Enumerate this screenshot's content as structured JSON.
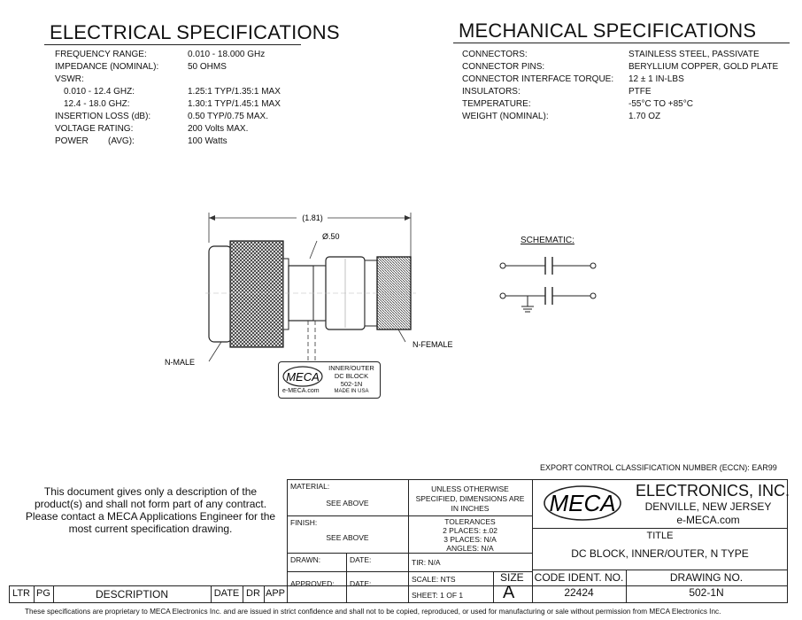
{
  "electrical": {
    "title": "ELECTRICAL SPECIFICATIONS",
    "rows": [
      {
        "label": "FREQUENCY RANGE:",
        "value": "0.010 - 18.000 GHz"
      },
      {
        "label": "IMPEDANCE (NOMINAL):",
        "value": "50 OHMS"
      },
      {
        "label": "VSWR:",
        "value": ""
      },
      {
        "label": "0.010 - 12.4 GHZ:",
        "value": "1.25:1 TYP/1.35:1 MAX"
      },
      {
        "label": "12.4 - 18.0 GHZ:",
        "value": "1.30:1 TYP/1.45:1 MAX"
      },
      {
        "label": "INSERTION LOSS (dB):",
        "value": "0.50 TYP/0.75 MAX."
      },
      {
        "label": "VOLTAGE RATING:",
        "value": "200 Volts MAX."
      },
      {
        "label": "POWER        (AVG):",
        "value": "100 Watts"
      }
    ]
  },
  "mechanical": {
    "title": "MECHANICAL SPECIFICATIONS",
    "rows": [
      {
        "label": "CONNECTORS:",
        "value": "STAINLESS STEEL, PASSIVATE"
      },
      {
        "label": "CONNECTOR PINS:",
        "value": "BERYLLIUM COPPER, GOLD PLATE"
      },
      {
        "label": "CONNECTOR INTERFACE TORQUE:",
        "value": "12 ± 1 IN-LBS"
      },
      {
        "label": "INSULATORS:",
        "value": "PTFE"
      },
      {
        "label": "TEMPERATURE:",
        "value": "-55°C TO +85°C"
      },
      {
        "label": "WEIGHT (NOMINAL):",
        "value": "1.70 OZ"
      }
    ]
  },
  "drawing": {
    "length_dim": "(1.81)",
    "diameter_dim": "Ø.50",
    "left_label": "N-MALE",
    "right_label": "N-FEMALE",
    "label_plate": {
      "logo": "MECA",
      "url": "e-MECA.com",
      "line1": "INNER/OUTER",
      "line2": "DC BLOCK",
      "line3": "502-1N",
      "line4": "MADE IN USA"
    },
    "schematic_label": "SCHEMATIC:"
  },
  "export_control": "EXPORT CONTROL CLASSIFICATION NUMBER (ECCN): EAR99",
  "notice": "This document gives only a description of the product(s) and shall not form part of any contract. Please contact a MECA Applications Engineer for the most current specification drawing.",
  "notice_lines": [
    "This document gives only a description of the",
    "product(s) and shall not form part of any contract.",
    "Please contact a MECA Applications Engineer for the",
    "most current specification drawing."
  ],
  "title_block": {
    "material_label": "MATERIAL:",
    "material_value": "SEE ABOVE",
    "finish_label": "FINISH:",
    "finish_value": "SEE ABOVE",
    "drawn_label": "DRAWN:",
    "date_label": "DATE:",
    "approved_label": "APPROVED:",
    "approved_date_label": "DATE:",
    "unless_lines": [
      "UNLESS OTHERWISE",
      "SPECIFIED, DIMENSIONS ARE",
      "IN INCHES"
    ],
    "tolerances_lines": [
      "TOLERANCES",
      "2 PLACES: ±.02",
      "3 PLACES: N/A",
      "ANGLES: N/A"
    ],
    "tir": "TIR: N/A",
    "scale": "SCALE: NTS",
    "sheet": "SHEET: 1 OF 1",
    "company_logo": "MECA",
    "company_name": "ELECTRONICS, INC.",
    "company_location": "DENVILLE, NEW JERSEY",
    "company_web": "e-MECA.com",
    "title_label": "TITLE",
    "title_value": "DC BLOCK, INNER/OUTER, N TYPE",
    "size_label": "SIZE",
    "size_value": "A",
    "code_label": "CODE IDENT. NO.",
    "code_value": "22424",
    "drawing_no_label": "DRAWING NO.",
    "drawing_no_value": "502-1N"
  },
  "revision_block": {
    "ltr": "LTR",
    "pg": "PG",
    "description": "DESCRIPTION",
    "date": "DATE",
    "dr": "DR",
    "app": "APP"
  },
  "footer": "These specifications are proprietary to MECA Electronics Inc. and are  issued in strict confidence and shall not to be copied, reproduced, or used for manufacturing or sale without permission from MECA Electronics Inc."
}
